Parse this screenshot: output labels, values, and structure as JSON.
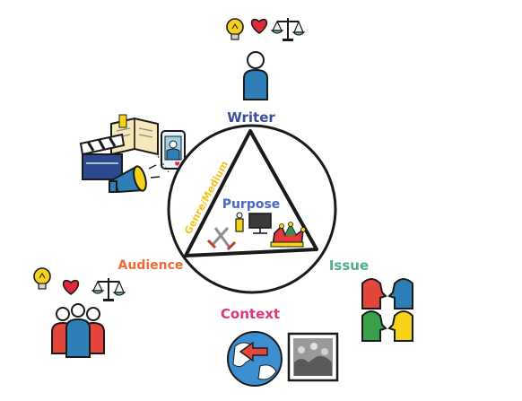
{
  "diagram": {
    "labels": {
      "writer": "Writer",
      "purpose": "Purpose",
      "genre": "Genre/Medium",
      "audience": "Audience",
      "issue": "Issue",
      "context": "Context"
    },
    "colors": {
      "writer": "#3d4c9c",
      "purpose": "#4a67c4",
      "genre": "#f0c419",
      "audience": "#f06a3a",
      "issue": "#4fae8f",
      "context": "#e0357a",
      "person_blue": "#2e7fb8",
      "person_red": "#e5463c",
      "outline": "#1a1a1a"
    },
    "icons": [
      "lightbulb-icon",
      "heart-icon",
      "scales-icon",
      "person-icon",
      "book-icon",
      "clapboard-icon",
      "megaphone-icon",
      "phone-icon",
      "swords-icon",
      "computer-icon",
      "jester-hat-icon",
      "crowd-icon",
      "speech-heads-icon",
      "globe-icon",
      "photo-icon"
    ]
  }
}
